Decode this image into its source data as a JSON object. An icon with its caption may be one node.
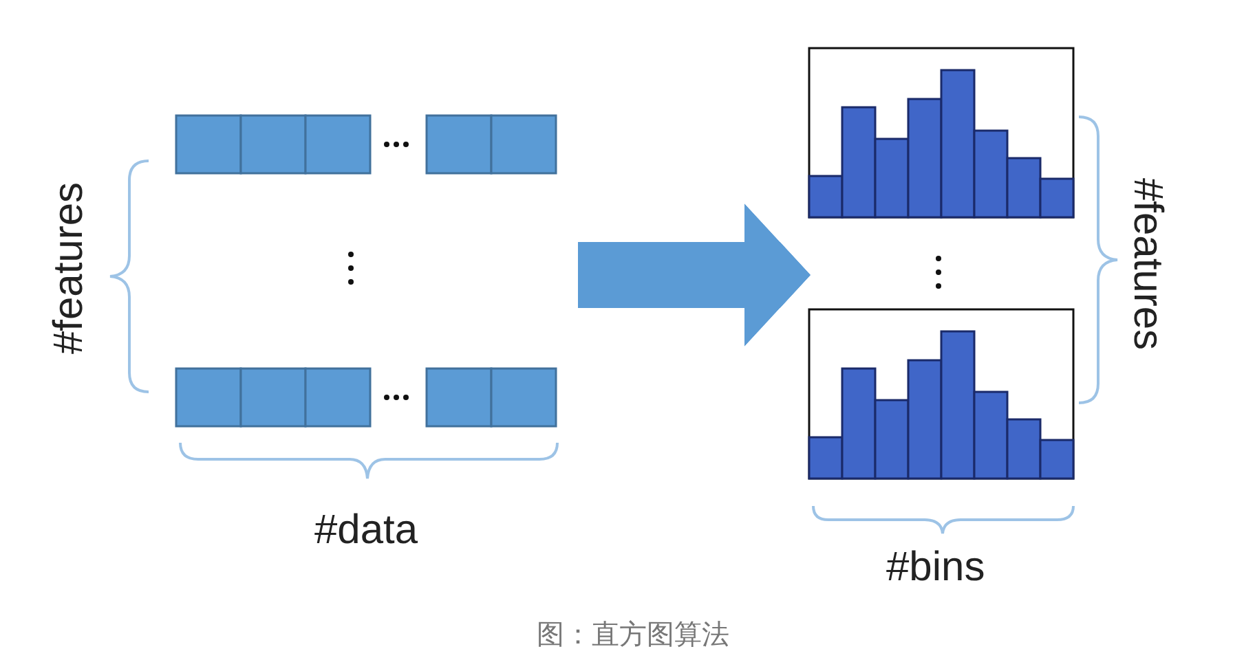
{
  "diagram": {
    "caption": "图：直方图算法",
    "nodes": [
      {
        "text": [],
        "shape": "picture"
      },
      {
        "text": [],
        "shape": "picture"
      }
    ],
    "edges": [
      {
        "from": 0,
        "to": 1,
        "arrow": "to"
      }
    ],
    "labels": [
      "#features",
      "#features",
      "#data",
      "#bins"
    ]
  }
}
